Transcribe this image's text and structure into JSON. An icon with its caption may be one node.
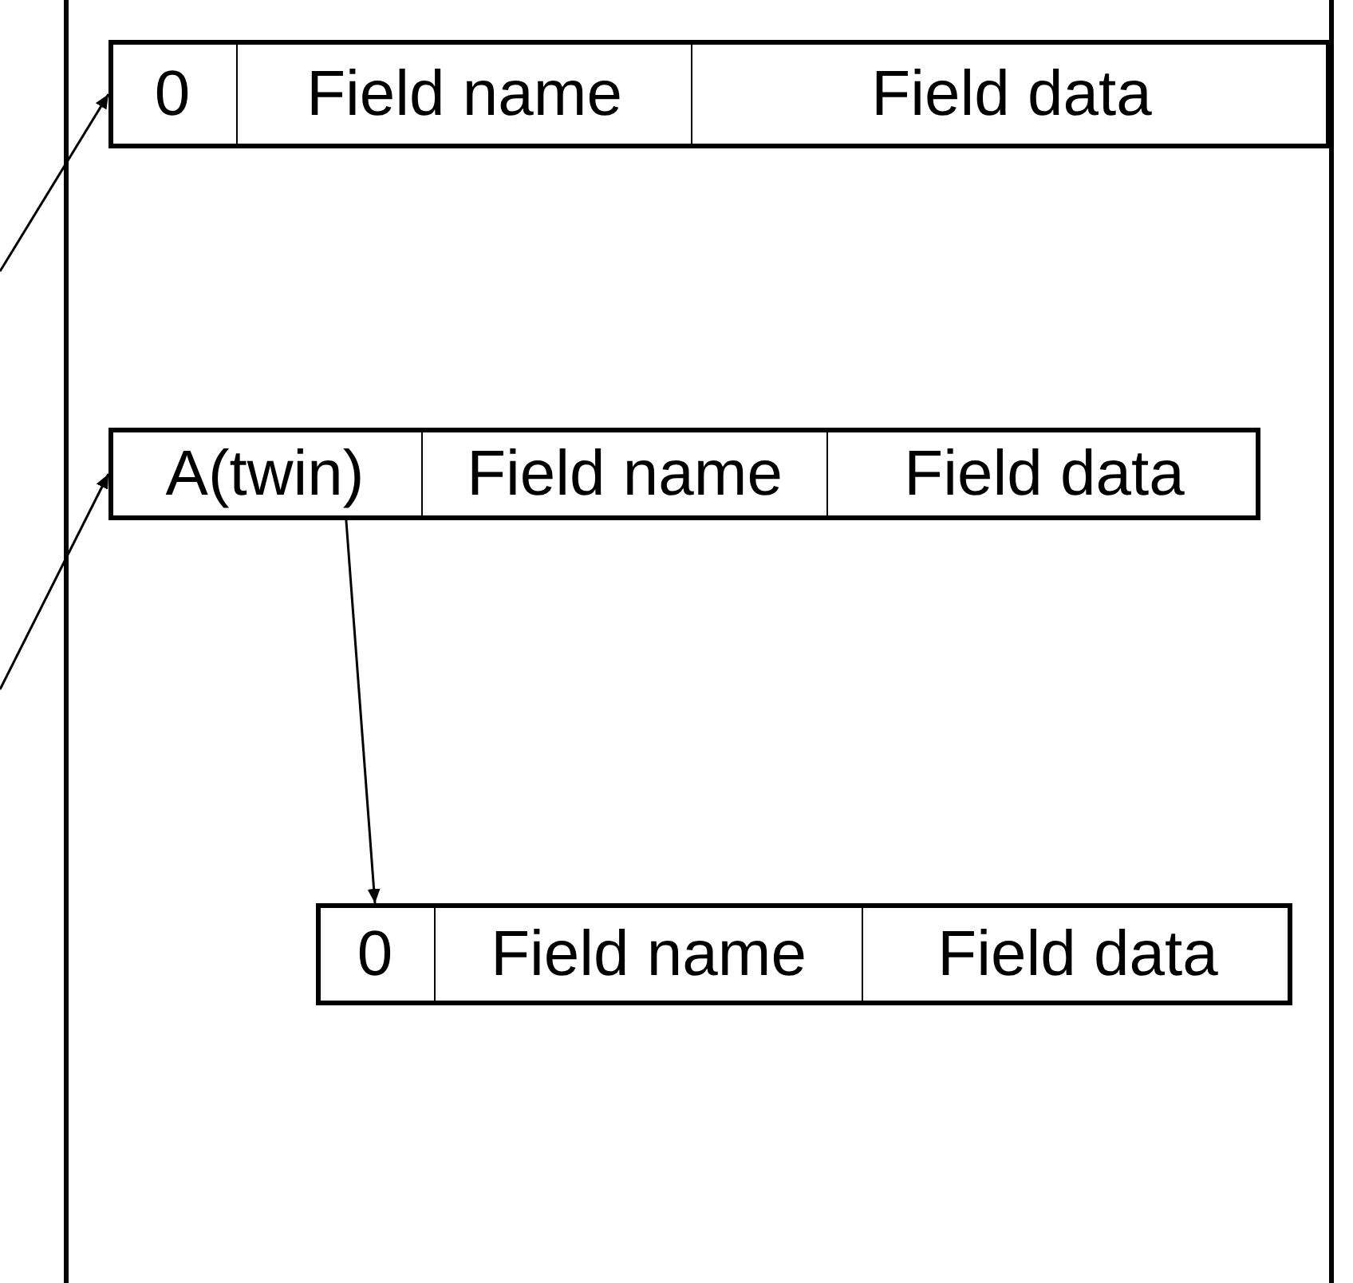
{
  "diagram": {
    "nodes": [
      {
        "text": [],
        "shape": "box"
      },
      {
        "text": [],
        "shape": "box",
        "in": 0
      },
      {
        "text": [
          "0"
        ],
        "in": 1
      },
      {
        "text": [
          "Field name"
        ],
        "in": 1
      },
      {
        "text": [
          "Field data"
        ],
        "in": 1
      },
      {
        "text": [],
        "shape": "box",
        "in": 0
      },
      {
        "text": [
          "A(twin)"
        ],
        "in": 5
      },
      {
        "text": [
          "Field name"
        ],
        "in": 5
      },
      {
        "text": [
          "Field data"
        ],
        "in": 5
      },
      {
        "text": [],
        "shape": "box",
        "in": 0
      },
      {
        "text": [
          "0"
        ],
        "in": 9
      },
      {
        "text": [
          "Field name"
        ],
        "in": 9
      },
      {
        "text": [
          "Field data"
        ],
        "in": 9
      }
    ],
    "edges": [
      {
        "from": null,
        "to": 1,
        "arrow": "to"
      },
      {
        "from": null,
        "to": 5,
        "arrow": "to"
      },
      {
        "from": 6,
        "to": 10,
        "arrow": "to"
      }
    ]
  }
}
